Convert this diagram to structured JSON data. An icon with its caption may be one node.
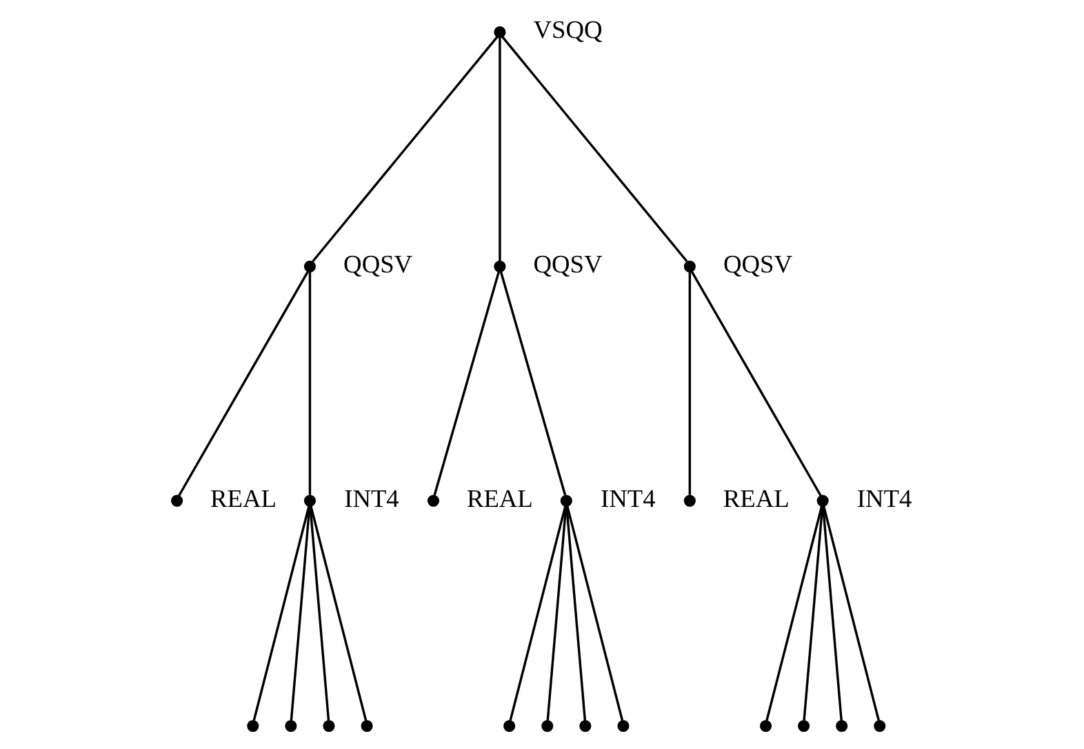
{
  "diagram": {
    "nodes": [
      {
        "text": [],
        "shape": "circle",
        "beside": [
          "VSQQ"
        ]
      },
      {
        "text": [],
        "shape": "circle",
        "beside": [
          "QQSV"
        ]
      },
      {
        "text": [],
        "shape": "circle",
        "beside": [
          "QQSV"
        ]
      },
      {
        "text": [],
        "shape": "circle",
        "beside": [
          "QQSV"
        ]
      },
      {
        "text": [],
        "shape": "circle",
        "beside": [
          "REAL"
        ]
      },
      {
        "text": [],
        "shape": "circle",
        "beside": [
          "INT4"
        ]
      },
      {
        "text": [],
        "shape": "circle",
        "beside": [
          "REAL"
        ]
      },
      {
        "text": [],
        "shape": "circle",
        "beside": [
          "INT4"
        ]
      },
      {
        "text": [],
        "shape": "circle",
        "beside": [
          "REAL"
        ]
      },
      {
        "text": [],
        "shape": "circle",
        "beside": [
          "INT4"
        ]
      },
      {
        "text": [],
        "shape": "circle"
      },
      {
        "text": [],
        "shape": "circle"
      },
      {
        "text": [],
        "shape": "circle"
      },
      {
        "text": [],
        "shape": "circle"
      },
      {
        "text": [],
        "shape": "circle"
      },
      {
        "text": [],
        "shape": "circle"
      },
      {
        "text": [],
        "shape": "circle"
      },
      {
        "text": [],
        "shape": "circle"
      },
      {
        "text": [],
        "shape": "circle"
      },
      {
        "text": [],
        "shape": "circle"
      },
      {
        "text": [],
        "shape": "circle"
      },
      {
        "text": [],
        "shape": "circle"
      }
    ],
    "edges": [
      {
        "from": 0,
        "to": 1,
        "arrow": "none"
      },
      {
        "from": 0,
        "to": 2,
        "arrow": "none"
      },
      {
        "from": 0,
        "to": 3,
        "arrow": "none"
      },
      {
        "from": 1,
        "to": 4,
        "arrow": "none"
      },
      {
        "from": 1,
        "to": 5,
        "arrow": "none"
      },
      {
        "from": 2,
        "to": 6,
        "arrow": "none"
      },
      {
        "from": 2,
        "to": 7,
        "arrow": "none"
      },
      {
        "from": 3,
        "to": 8,
        "arrow": "none"
      },
      {
        "from": 3,
        "to": 9,
        "arrow": "none"
      },
      {
        "from": 5,
        "to": 10,
        "arrow": "none"
      },
      {
        "from": 5,
        "to": 11,
        "arrow": "none"
      },
      {
        "from": 5,
        "to": 12,
        "arrow": "none"
      },
      {
        "from": 5,
        "to": 13,
        "arrow": "none"
      },
      {
        "from": 7,
        "to": 14,
        "arrow": "none"
      },
      {
        "from": 7,
        "to": 15,
        "arrow": "none"
      },
      {
        "from": 7,
        "to": 16,
        "arrow": "none"
      },
      {
        "from": 7,
        "to": 17,
        "arrow": "none"
      },
      {
        "from": 9,
        "to": 18,
        "arrow": "none"
      },
      {
        "from": 9,
        "to": 19,
        "arrow": "none"
      },
      {
        "from": 9,
        "to": 20,
        "arrow": "none"
      },
      {
        "from": 9,
        "to": 21,
        "arrow": "none"
      }
    ]
  }
}
